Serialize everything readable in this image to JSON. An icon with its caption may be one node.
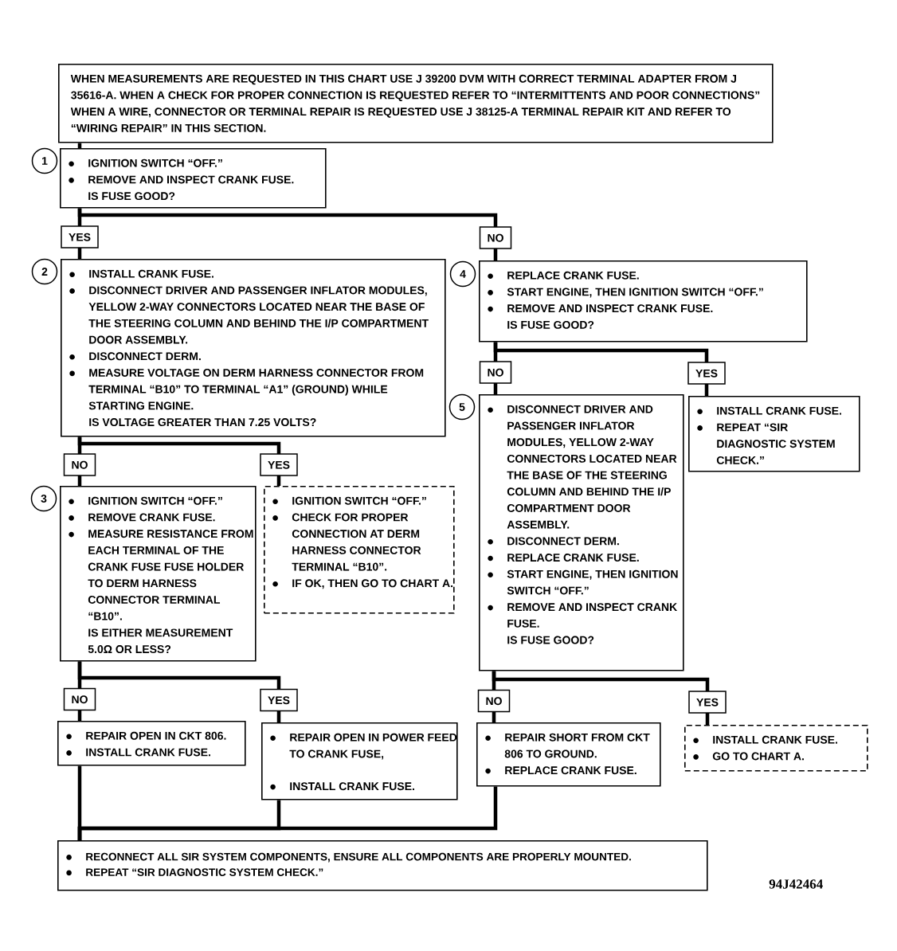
{
  "diagram": {
    "nodes": [
      {
        "text": [
          "WHEN MEASUREMENTS ARE REQUESTED IN THIS CHART USE J 39200 DVM WITH CORRECT TERMINAL ADAPTER FROM J 35616-A. WHEN A CHECK FOR PROPER CONNECTION IS REQUESTED REFER TO “INTERMITTENTS AND POOR CONNECTIONS” WHEN A WIRE, CONNECTOR OR TERMINAL REPAIR IS REQUESTED USE J 38125-A TERMINAL REPAIR KIT AND REFER TO “WIRING REPAIR” IN THIS SECTION."
        ]
      },
      {
        "text": [
          "IGNITION SWITCH “OFF.”",
          "REMOVE AND INSPECT CRANK FUSE.",
          "IS FUSE GOOD?"
        ],
        "beside": [
          "1"
        ]
      },
      {
        "text": [
          "INSTALL CRANK FUSE.",
          "DISCONNECT DRIVER AND PASSENGER INFLATOR MODULES, YELLOW 2-WAY CONNECTORS LOCATED NEAR THE BASE OF THE STEERING COLUMN AND BEHIND THE I/P COMPARTMENT DOOR ASSEMBLY.",
          "DISCONNECT DERM.",
          "MEASURE VOLTAGE ON DERM HARNESS CONNECTOR FROM TERMINAL “B10” TO TERMINAL “A1” (GROUND) WHILE STARTING ENGINE.",
          "IS VOLTAGE GREATER THAN 7.25 VOLTS?"
        ],
        "beside": [
          "2"
        ]
      },
      {
        "text": [
          "REPLACE CRANK FUSE.",
          "START ENGINE, THEN IGNITION SWITCH “OFF.”",
          "REMOVE AND INSPECT CRANK FUSE.",
          "IS FUSE GOOD?"
        ],
        "beside": [
          "4"
        ]
      },
      {
        "text": [
          "DISCONNECT DRIVER AND PASSENGER INFLATOR MODULES, YELLOW 2-WAY CONNECTORS LOCATED NEAR THE BASE OF THE STEERING COLUMN AND BEHIND THE I/P COMPARTMENT DOOR ASSEMBLY.",
          "DISCONNECT DERM.",
          "REPLACE CRANK FUSE.",
          "START ENGINE, THEN IGNITION SWITCH “OFF.”",
          "REMOVE AND INSPECT CRANK FUSE.",
          "IS FUSE GOOD?"
        ],
        "beside": [
          "5"
        ]
      },
      {
        "text": [
          "INSTALL CRANK FUSE.",
          "REPEAT “SIR DIAGNOSTIC SYSTEM CHECK.”"
        ]
      },
      {
        "text": [
          "IGNITION SWITCH “OFF.”",
          "REMOVE CRANK FUSE.",
          "MEASURE RESISTANCE FROM EACH TERMINAL OF THE CRANK FUSE FUSE HOLDER TO DERM HARNESS CONNECTOR TERMINAL “B10”.",
          "IS EITHER MEASUREMENT 5.0Ω OR LESS?"
        ],
        "beside": [
          "3"
        ]
      },
      {
        "text": [
          "IGNITION SWITCH “OFF.”",
          "CHECK FOR PROPER CONNECTION AT DERM HARNESS CONNECTOR TERMINAL “B10”.",
          "IF OK, THEN GO TO CHART A."
        ]
      },
      {
        "text": [
          "REPAIR OPEN IN CKT 806.",
          "INSTALL CRANK FUSE."
        ]
      },
      {
        "text": [
          "REPAIR OPEN IN POWER FEED TO CRANK FUSE,",
          "INSTALL CRANK FUSE."
        ]
      },
      {
        "text": [
          "REPAIR SHORT FROM CKT 806 TO GROUND.",
          "REPLACE CRANK FUSE."
        ]
      },
      {
        "text": [
          "INSTALL CRANK FUSE.",
          "GO TO CHART A."
        ]
      },
      {
        "text": [
          "RECONNECT ALL SIR SYSTEM COMPONENTS, ENSURE ALL COMPONENTS ARE PROPERLY MOUNTED.",
          "REPEAT “SIR DIAGNOSTIC SYSTEM CHECK.”"
        ]
      }
    ],
    "edges": [
      {
        "from": 0,
        "to": 1,
        "arrow": "none"
      },
      {
        "from": 1,
        "to": 2,
        "arrow": "none",
        "label": "YES"
      },
      {
        "from": 1,
        "to": 3,
        "arrow": "none",
        "label": "NO"
      },
      {
        "from": 2,
        "to": 6,
        "arrow": "none",
        "label": "NO"
      },
      {
        "from": 2,
        "to": 7,
        "arrow": "none",
        "label": "YES"
      },
      {
        "from": 3,
        "to": 4,
        "arrow": "none",
        "label": "NO"
      },
      {
        "from": 3,
        "to": 5,
        "arrow": "none",
        "label": "YES"
      },
      {
        "from": 6,
        "to": 8,
        "arrow": "none",
        "label": "NO"
      },
      {
        "from": 6,
        "to": 9,
        "arrow": "none",
        "label": "YES"
      },
      {
        "from": 4,
        "to": 10,
        "arrow": "none",
        "label": "NO"
      },
      {
        "from": 4,
        "to": 11,
        "arrow": "none",
        "label": "YES"
      },
      {
        "from": 8,
        "to": 12,
        "arrow": "none"
      },
      {
        "from": 9,
        "to": 12,
        "arrow": "none"
      },
      {
        "from": 10,
        "to": 12,
        "arrow": "none"
      }
    ],
    "labels": [
      "94J42464"
    ]
  }
}
